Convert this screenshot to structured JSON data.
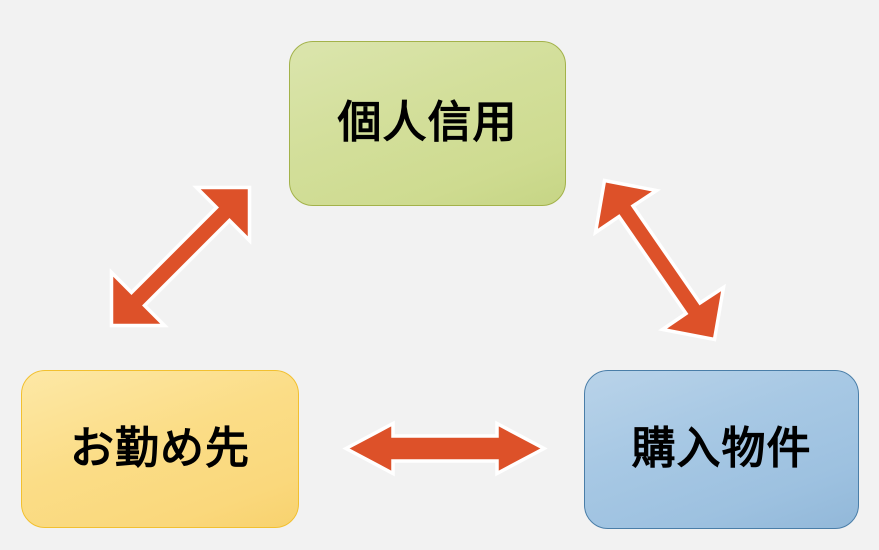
{
  "diagram": {
    "title": "",
    "background_color": "#f2f2f2",
    "layout": "triangle",
    "nodes": [
      {
        "id": "credit",
        "label": "個人信用",
        "position": "top",
        "fill_color": "#d3df9b",
        "border_color": "#a3b24a",
        "text_color": "#000000",
        "shape": "rounded-rectangle"
      },
      {
        "id": "workplace",
        "label": "お勤め先",
        "position": "bottom-left",
        "fill_color": "#fbdd87",
        "border_color": "#f2c030",
        "text_color": "#000000",
        "shape": "rounded-rectangle"
      },
      {
        "id": "property",
        "label": "購入物件",
        "position": "bottom-right",
        "fill_color": "#a7c8e4",
        "border_color": "#4a7ea8",
        "text_color": "#000000",
        "shape": "rounded-rectangle"
      }
    ],
    "connectors": [
      {
        "id": "workplace-credit",
        "from": "workplace",
        "to": "credit",
        "style": "double-headed-arrow",
        "orientation": "diagonal-up-right",
        "color": "#dd5129",
        "outline_color": "#ffffff"
      },
      {
        "id": "credit-property",
        "from": "credit",
        "to": "property",
        "style": "double-headed-arrow",
        "orientation": "diagonal-down-right",
        "color": "#dd5129",
        "outline_color": "#ffffff"
      },
      {
        "id": "workplace-property",
        "from": "workplace",
        "to": "property",
        "style": "double-headed-arrow",
        "orientation": "horizontal",
        "color": "#dd5129",
        "outline_color": "#ffffff"
      }
    ]
  }
}
